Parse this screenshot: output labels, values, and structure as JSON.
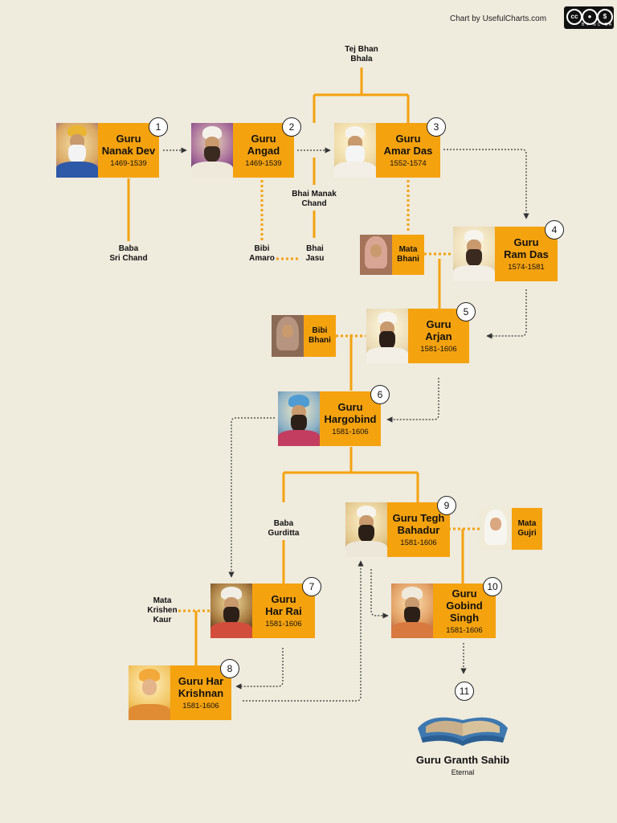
{
  "header": {
    "credit": "Chart by UsefulCharts.com",
    "license": {
      "cc": "cc",
      "tags": "BY NC SA"
    }
  },
  "gurus": [
    {
      "num": "1",
      "name": "Guru\nNanak Dev",
      "dates": "1469-1539"
    },
    {
      "num": "2",
      "name": "Guru\nAngad",
      "dates": "1469-1539"
    },
    {
      "num": "3",
      "name": "Guru\nAmar Das",
      "dates": "1552-1574"
    },
    {
      "num": "4",
      "name": "Guru\nRam Das",
      "dates": "1574-1581"
    },
    {
      "num": "5",
      "name": "Guru\nArjan",
      "dates": "1581-1606"
    },
    {
      "num": "6",
      "name": "Guru\nHargobind",
      "dates": "1581-1606"
    },
    {
      "num": "7",
      "name": "Guru\nHar Rai",
      "dates": "1581-1606"
    },
    {
      "num": "8",
      "name": "Guru Har\nKrishnan",
      "dates": "1581-1606"
    },
    {
      "num": "9",
      "name": "Guru Tegh\nBahadur",
      "dates": "1581-1606"
    },
    {
      "num": "10",
      "name": "Guru\nGobind\nSingh",
      "dates": "1581-1606"
    }
  ],
  "spouses": {
    "mata_bhani": "Mata\nBhani",
    "bibi_bhani": "Bibi\nBhani",
    "mata_gujri": "Mata\nGujri"
  },
  "relatives": {
    "tej_bhan": "Tej Bhan\nBhala",
    "baba_sri_chand": "Baba\nSri Chand",
    "bhai_manak_chand": "Bhai Manak\nChand",
    "bibi_amaro": "Bibi\nAmaro",
    "bhai_jasu": "Bhai\nJasu",
    "baba_gurditta": "Baba\nGurditta",
    "mata_krishen_kaur": "Mata\nKrishen\nKaur"
  },
  "final": {
    "num": "11",
    "title": "Guru Granth Sahib",
    "subtitle": "Eternal"
  },
  "colors": {
    "background": "#efebdd",
    "accent": "#f5a20f",
    "line": "#f5a20f",
    "succession": "#333333"
  }
}
